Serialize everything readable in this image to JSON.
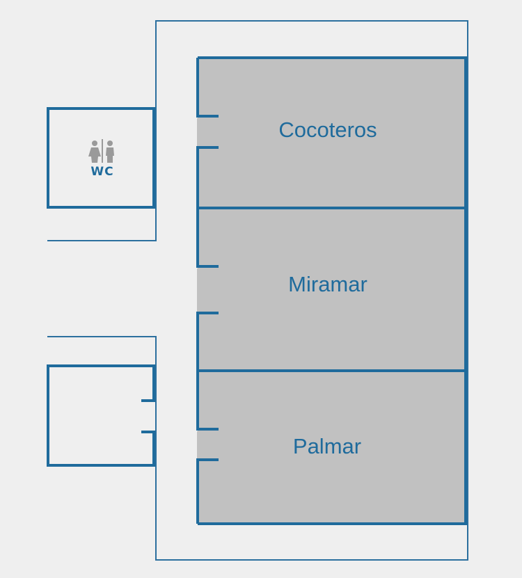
{
  "rooms": [
    {
      "id": "cocoteros",
      "name": "Cocoteros"
    },
    {
      "id": "miramar",
      "name": "Miramar"
    },
    {
      "id": "palmar",
      "name": "Palmar"
    }
  ],
  "restroom": {
    "label": "WC",
    "icon": "restroom-icon"
  },
  "colors": {
    "wall": "#1f6b9c",
    "room_fill": "#c1c1c1",
    "background": "#efefef",
    "icon": "#9a9a9a"
  }
}
